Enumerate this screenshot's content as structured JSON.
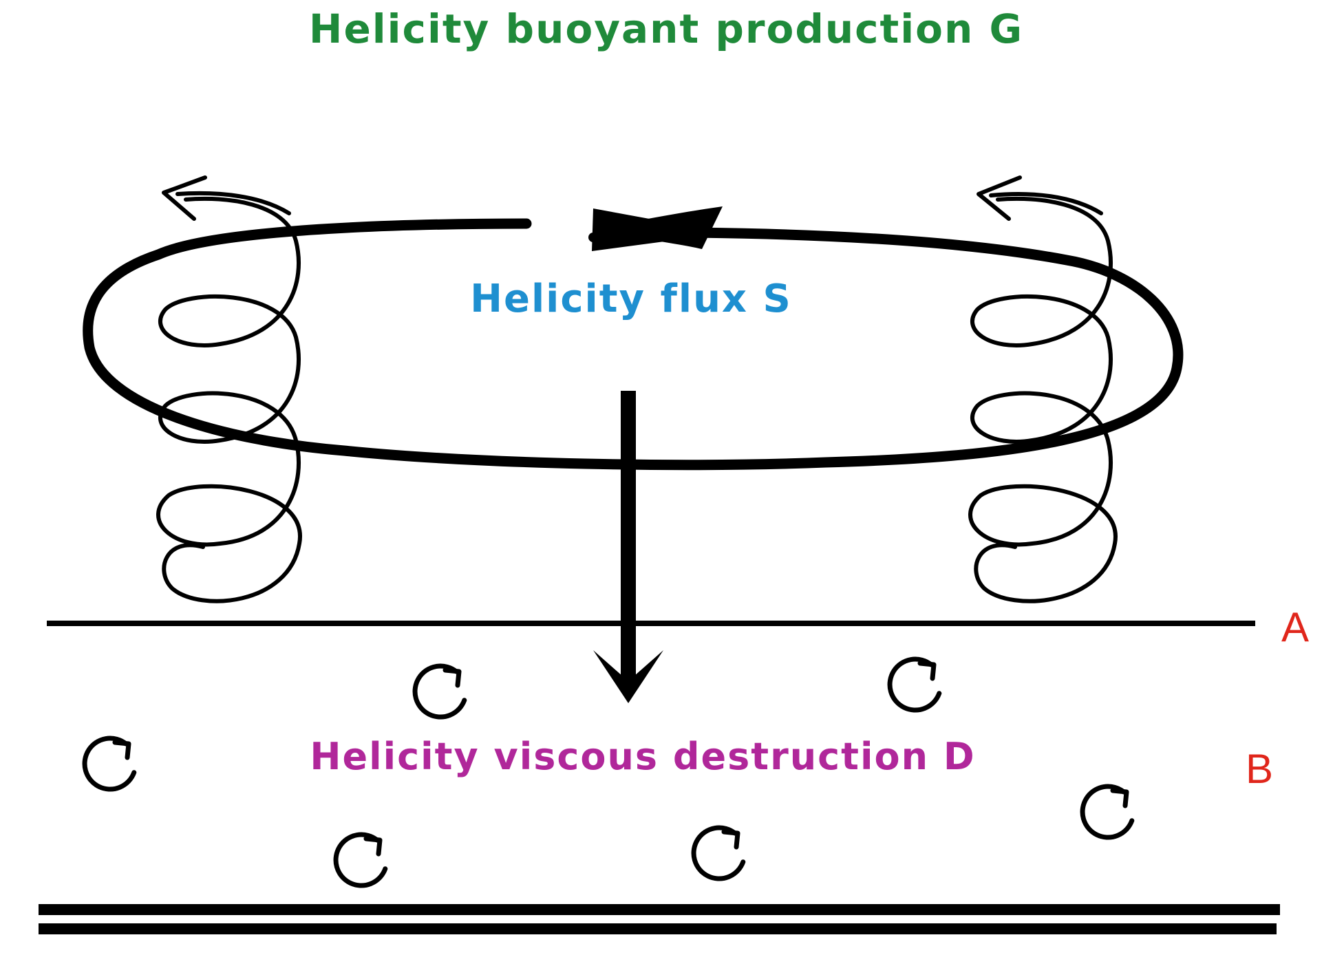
{
  "labels": {
    "production": "Helicity buoyant production G",
    "flux": "Helicity flux S",
    "destruction": "Helicity viscous destruction D",
    "layer_a": "A",
    "layer_b": "B"
  },
  "colors": {
    "production": "#1f8a3a",
    "flux": "#1e8fd0",
    "destruction": "#b0279a",
    "layer_labels": "#e0261b",
    "lines": "#000000"
  }
}
